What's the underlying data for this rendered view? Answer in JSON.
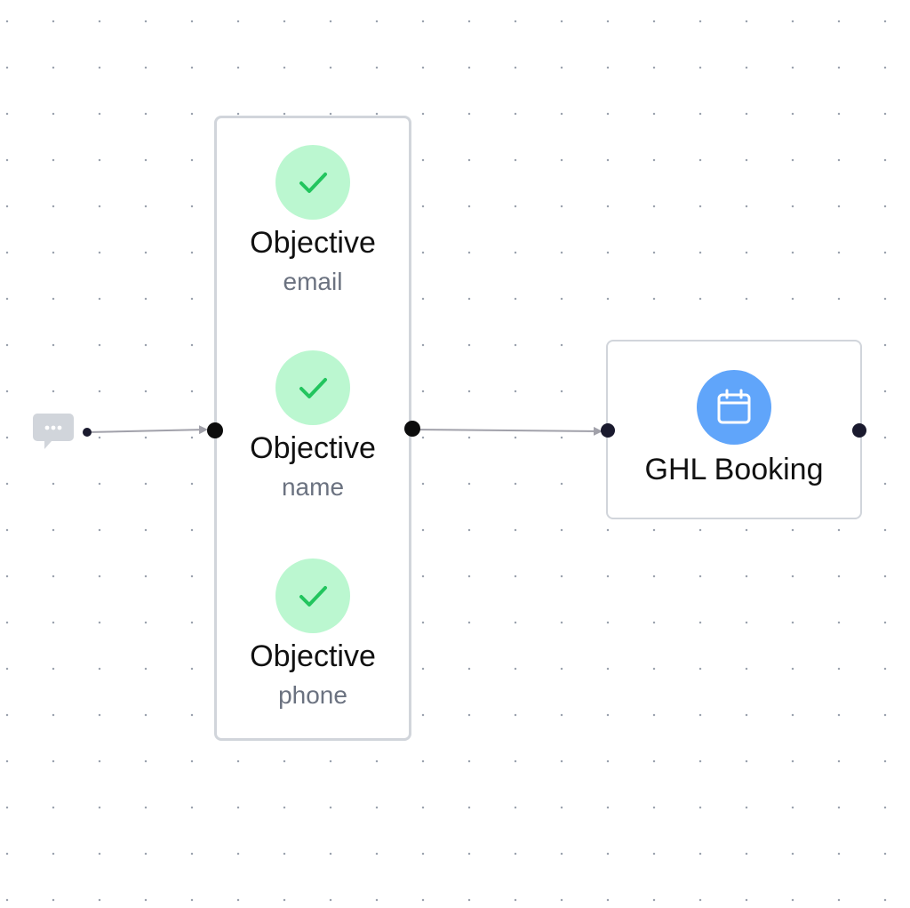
{
  "canvas": {
    "background": "#ffffff",
    "dot_color": "#9ca3af"
  },
  "trigger": {
    "icon": "chat-bubble-icon",
    "color": "#d1d5db"
  },
  "group": {
    "objectives": [
      {
        "title": "Objective",
        "subtitle": "email",
        "icon": "check-icon"
      },
      {
        "title": "Objective",
        "subtitle": "name",
        "icon": "check-icon"
      },
      {
        "title": "Objective",
        "subtitle": "phone",
        "icon": "check-icon"
      }
    ],
    "check_bg": "#bbf7d0",
    "check_color": "#22c55e"
  },
  "booking": {
    "title": "GHL Booking",
    "icon": "calendar-icon",
    "icon_bg": "#60a5fa"
  },
  "edge_color": "#a1a1aa"
}
